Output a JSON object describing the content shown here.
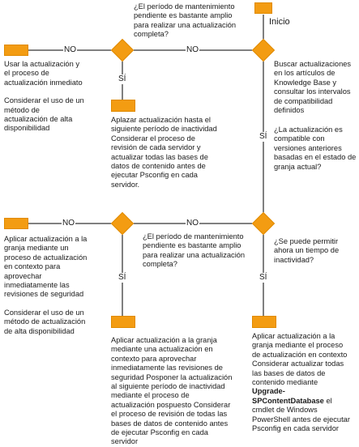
{
  "start_label": "Inicio",
  "edge_labels": {
    "no": "NO",
    "si": "SÍ"
  },
  "texts": {
    "q_top_pending": "¿El período de mantenimiento pendiente es bastante amplio para realizar una actualización completa?",
    "use_update_p1": "Usar la actualización y el proceso de actualización inmediato",
    "use_update_p2": "Considerar el uso de un método de actualización de alta disponibilidad",
    "search_updates": "Buscar actualizaciones en los artículos de Knowledge Base y consultar los intervalos de compatibilidad definidos",
    "q_compatible": "¿La actualización es compatible con versiones anteriores basadas en el estado de granja actual?",
    "postpone_update": "Aplazar actualización hasta el siguiente período de inactividad Considerar el proceso de revisión de cada servidor y actualizar todas las bases de datos de contenido antes de ejecutar Psconfig en cada servidor.",
    "apply_inplace_p1": "Aplicar actualización a la granja mediante un proceso de actualización en contexto para aprovechar inmediatamente las revisiones de seguridad",
    "apply_inplace_p2": "Considerar el uso de un método de actualización de alta disponibilidad",
    "q_mid_pending": "¿El período de mantenimiento pendiente es bastante amplio para realizar una actualización completa?",
    "q_downtime": "¿Se puede permitir ahora un tiempo de inactividad?",
    "apply_postpone": "Aplicar actualización a la granja mediante una actualización en contexto para aprovechar inmediatamente las revisiones de seguridad Posponer la actualización al siguiente período de inactividad mediante el proceso de actualización pospuesto Considerar el proceso de revisión de todas las bases de datos de contenido antes de ejecutar Psconfig en cada servidor",
    "apply_cmdlet_a": "Aplicar actualización a la granja mediante el proceso de actualización en contexto Considerar actualizar todas las bases de datos de contenido mediante ",
    "apply_cmdlet_b": "Upgrade-SPContentDatabase",
    "apply_cmdlet_c": " el cmdlet de Windows PowerShell antes de ejecutar Psconfig en cada servidor"
  },
  "colors": {
    "node_fill": "#f39c12",
    "line": "#000000"
  }
}
